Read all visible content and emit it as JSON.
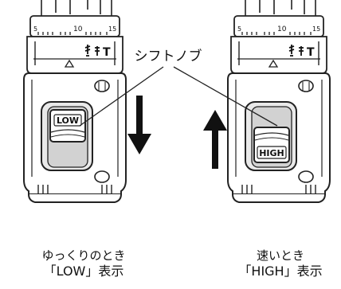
{
  "callout": {
    "label": "シフトノブ"
  },
  "scale_ticks": {
    "t5": "5",
    "t10": "10",
    "t15": "15"
  },
  "clutch_icons": {
    "drill": "drill-bit-icon",
    "screw": "screw-icon",
    "torque": "T"
  },
  "switch_left": {
    "label": "LOW"
  },
  "switch_right": {
    "label": "HIGH"
  },
  "arrows": {
    "left": "down-arrow",
    "right": "up-arrow"
  },
  "captions": {
    "left_line1": "ゆっくりのとき",
    "left_line2": "「LOW」表示",
    "right_line1": "速いとき",
    "right_line2": "「HIGH」表示"
  }
}
